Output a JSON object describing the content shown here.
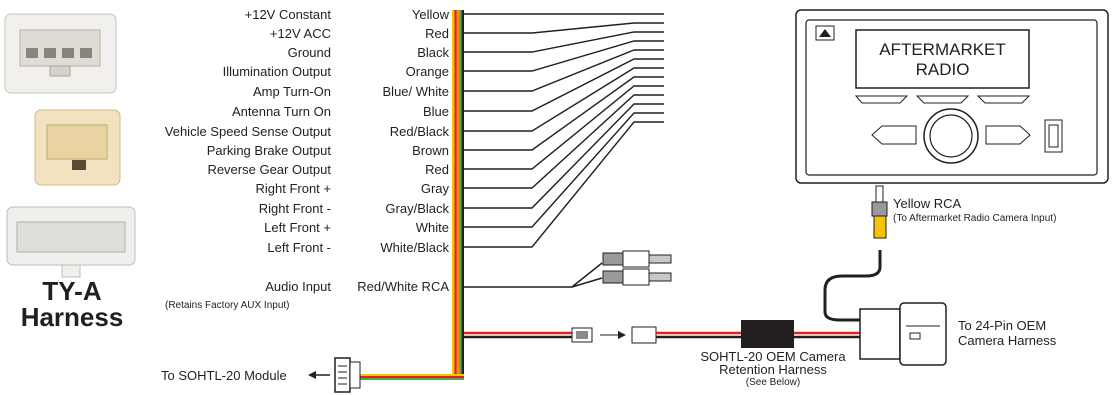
{
  "wires": [
    {
      "function": "+12V Constant",
      "color": "Yellow"
    },
    {
      "function": "+12V ACC",
      "color": "Red"
    },
    {
      "function": "Ground",
      "color": "Black"
    },
    {
      "function": "Illumination Output",
      "color": "Orange"
    },
    {
      "function": "Amp Turn-On",
      "color": "Blue/ White"
    },
    {
      "function": "Antenna Turn On",
      "color": "Blue"
    },
    {
      "function": "Vehicle Speed Sense Output",
      "color": "Red/Black"
    },
    {
      "function": "Parking Brake Output",
      "color": "Brown"
    },
    {
      "function": "Reverse Gear Output",
      "color": "Red"
    },
    {
      "function": "Right Front +",
      "color": "Gray"
    },
    {
      "function": "Right Front -",
      "color": "Gray/Black"
    },
    {
      "function": "Left Front +",
      "color": "White"
    },
    {
      "function": "Left Front -",
      "color": "White/Black"
    }
  ],
  "audio": {
    "function": "Audio Input",
    "color": "Red/White RCA",
    "note": "(Retains Factory AUX Input)"
  },
  "harness": {
    "line1": "TY-A",
    "line2": "Harness"
  },
  "module_label": "To SOHTL-20 Module",
  "retention": {
    "line1": "SOHTL-20 OEM Camera",
    "line2": "Retention Harness",
    "note": "(See Below)"
  },
  "rca": {
    "title": "Yellow RCA",
    "subtitle": "(To Aftermarket Radio Camera Input)"
  },
  "oem": {
    "line1": "To 24-Pin OEM",
    "line2": "Camera Harness"
  },
  "radio": {
    "line1": "AFTERMARKET",
    "line2": "RADIO"
  },
  "colors": {
    "yellow": "#f5c400",
    "red": "#e2231a",
    "orange": "#f39200",
    "green": "#4ca64c",
    "black": "#231f20",
    "connector": "#efe9dc"
  }
}
